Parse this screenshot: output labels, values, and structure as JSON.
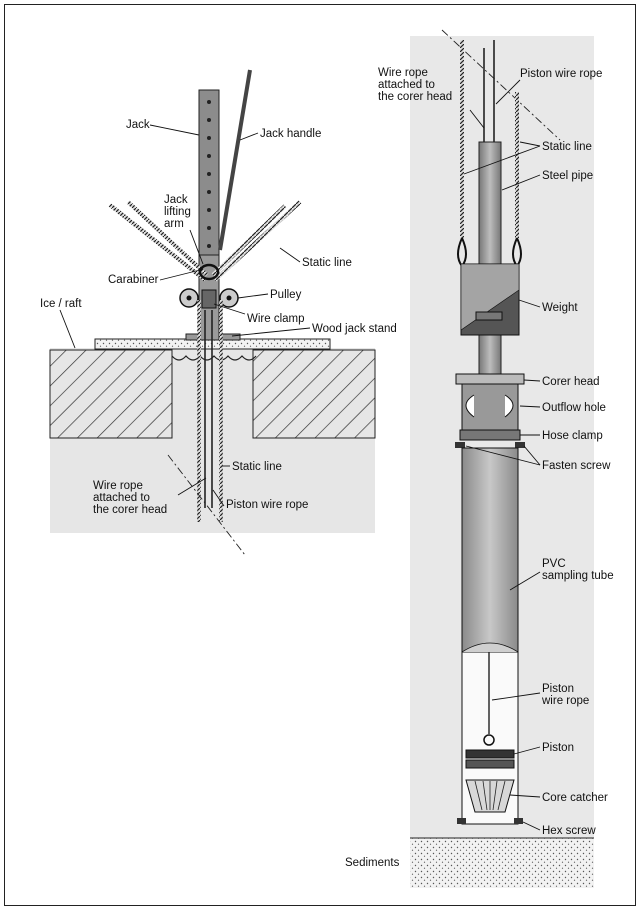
{
  "left_diagram": {
    "labels": {
      "jack": "Jack",
      "jack_handle": "Jack handle",
      "jack_lifting_arm": [
        "Jack",
        "lifting",
        "arm"
      ],
      "static_line_upper": "Static line",
      "carabiner": "Carabiner",
      "pulley": "Pulley",
      "ice_raft": "Ice / raft",
      "wire_clamp": "Wire clamp",
      "wood_jack_stand": "Wood jack stand",
      "static_line_lower": "Static line",
      "wire_rope_corer_head": [
        "Wire rope",
        "attached to",
        "the corer head"
      ],
      "piston_wire_rope": "Piston wire rope"
    }
  },
  "right_diagram": {
    "labels": {
      "wire_rope_corer_head": [
        "Wire rope",
        "attached to",
        "the corer head"
      ],
      "piston_wire_rope_top": "Piston wire rope",
      "static_line": "Static line",
      "steel_pipe": "Steel pipe",
      "weight": "Weight",
      "corer_head": "Corer head",
      "outflow_hole": "Outflow hole",
      "hose_clamp": "Hose clamp",
      "fasten_screw": "Fasten screw",
      "pvc_sampling_tube": [
        "PVC",
        "sampling tube"
      ],
      "piston_wire_rope_inner": [
        "Piston",
        "wire rope"
      ],
      "piston": "Piston",
      "core_catcher": "Core catcher",
      "hex_screw": "Hex screw",
      "sediments": "Sediments"
    }
  },
  "colors": {
    "shade_light": "#e6e6e6",
    "shade_mid": "#b8b8b8",
    "shade_dark": "#6e6e6e",
    "ink": "#111111"
  }
}
